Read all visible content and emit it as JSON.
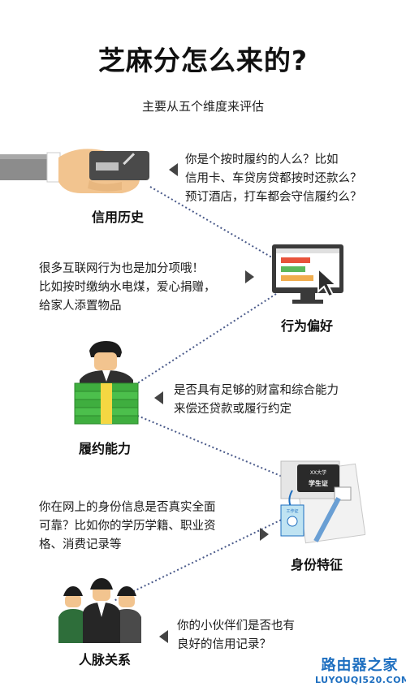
{
  "header": {
    "title": "芝麻分怎么来的?",
    "subtitle": "主要从五个维度来评估"
  },
  "sections": [
    {
      "label": "信用历史",
      "icon": "hand-holding-card-icon",
      "lines": [
        "你是个按时履约的人么？比如",
        "信用卡、车贷房贷都按时还款么？",
        "预订酒店，打车都会守信履约么？"
      ]
    },
    {
      "label": "行为偏好",
      "icon": "monitor-cursor-icon",
      "lines": [
        "很多互联网行为也是加分项哦！",
        "比如按时缴纳水电煤，爱心捐赠，",
        "给家人添置物品"
      ]
    },
    {
      "label": "履约能力",
      "icon": "person-with-money-icon",
      "lines": [
        "是否具有足够的财富和综合能力",
        "来偿还贷款或履行约定"
      ]
    },
    {
      "label": "身份特征",
      "icon": "student-id-card-icon",
      "lines": [
        "你在网上的身份信息是否真实全面",
        "可靠？比如你的学历学籍、职业资",
        "格、消费记录等"
      ],
      "card_texts": [
        "XX大学",
        "学生证",
        "工作证"
      ]
    },
    {
      "label": "人脉关系",
      "icon": "group-of-people-icon",
      "lines": [
        "你的小伙伴们是否也有",
        "良好的信用记录？"
      ]
    }
  ],
  "watermark": {
    "main": "路由器之家",
    "sub": "LUYOUQI520.COM"
  },
  "colors": {
    "connector": "#4a5a8a",
    "money": "#3fae3f",
    "accent_blue": "#1e6fc0",
    "arrow": "#444444"
  }
}
